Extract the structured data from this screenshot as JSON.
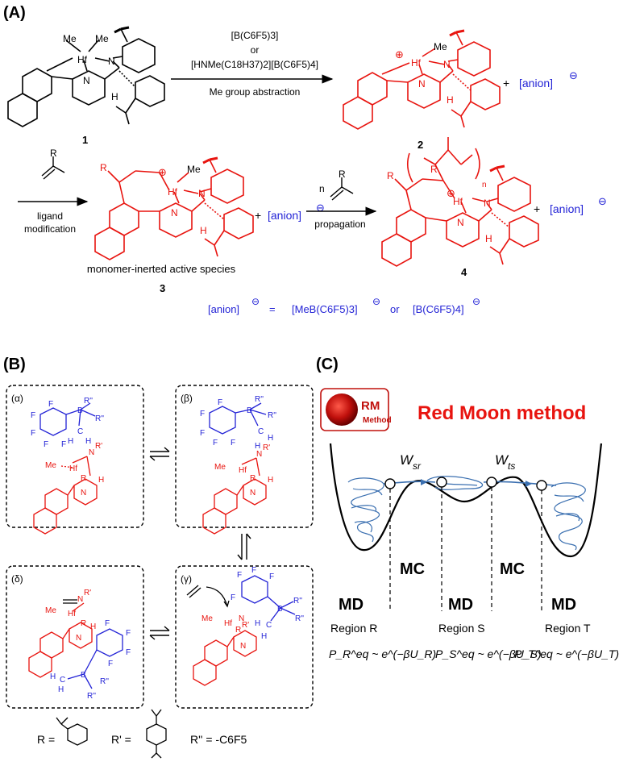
{
  "panelA": {
    "label": "(A)",
    "reagent_line1": "[B(C6F5)3]",
    "reagent_line2": "or",
    "reagent_line3": "[HNMe(C18H37)2][B(C6F5)4]",
    "reagent_line4": "Me group abstraction",
    "compound1_label": "1",
    "compound2_label": "2",
    "compound3_label": "3",
    "compound4_label": "4",
    "plus": "+",
    "anion": "[anion]",
    "anion_charge": "⊖",
    "ligand_mod_line1": "ligand",
    "ligand_mod_line2": "modification",
    "propagation": "propagation",
    "n_label": "n",
    "monomer_caption": "monomer-inerted active species",
    "anion_def_lhs": "[anion]",
    "anion_def_eq": "=",
    "anion_def_opt1": "[MeB(C6F5)3]",
    "anion_def_or": "or",
    "anion_def_opt2": "[B(C6F5)4]",
    "atoms": {
      "hf": "Hf",
      "n": "N",
      "h": "H",
      "me": "Me",
      "r": "R",
      "plus_circ": "⊕"
    }
  },
  "panelB": {
    "label": "(B)",
    "box_alpha": "(α)",
    "box_beta": "(β)",
    "box_gamma": "(γ)",
    "box_delta": "(δ)",
    "legend_r": "R =",
    "legend_rp": "R' =",
    "legend_rpp": "R'' = -C6F5",
    "atoms": {
      "f": "F",
      "b": "B",
      "c": "C",
      "h": "H",
      "n": "N",
      "hf": "Hf",
      "me": "Me",
      "r": "R",
      "rp": "R'",
      "rpp": "R''"
    }
  },
  "panelC": {
    "label": "(C)",
    "logo_top": "RM",
    "logo_bottom": "Method",
    "title": "Red Moon method",
    "w_sr": "W",
    "w_sr_sub": "sr",
    "w_ts": "W",
    "w_ts_sub": "ts",
    "mc1": "MC",
    "mc2": "MC",
    "md1": "MD",
    "md2": "MD",
    "md3": "MD",
    "region_r": "Region R",
    "region_s": "Region S",
    "region_t": "Region T",
    "eq_r": "P_R^eq ~ e^(−βU_R)",
    "eq_s": "P_S^eq ~ e^(−βU_S)",
    "eq_t": "P_T^eq ~ e^(−βU_T)"
  },
  "colors": {
    "red": "#e8140f",
    "blue": "#2323d6",
    "black": "#000000",
    "trajectory": "#3a6fb0",
    "logo_red": "#c0100c"
  }
}
